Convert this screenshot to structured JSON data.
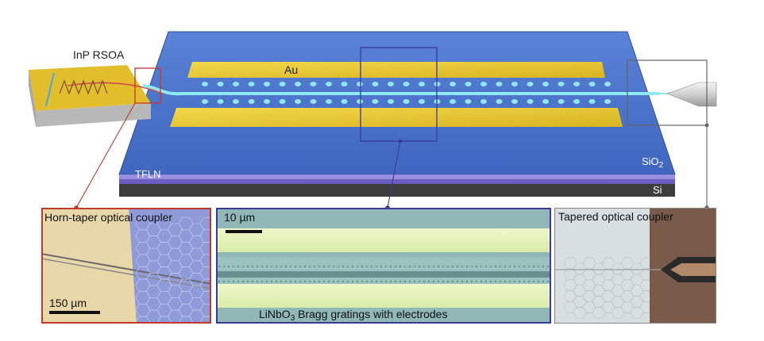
{
  "figure": {
    "rsoa_label": "InP RSOA",
    "au_label": "Au",
    "tfln_label": "TFLN",
    "sio2_main": "SiO",
    "sio2_sub": "2",
    "si_label": "Si"
  },
  "panels": {
    "left": {
      "title": "Horn-taper optical coupler",
      "scalebar": "150 µm"
    },
    "middle": {
      "scalebar": "10 µm",
      "caption_pre": "LiNbO",
      "caption_sub": "3",
      "caption_post": " Bragg gratings with electrodes"
    },
    "right": {
      "title": "Tapered optical coupler"
    }
  },
  "colors": {
    "chip_top": "#4a72c8",
    "chip_front": "#3d5fb5",
    "gold": "#e8c832",
    "waveguide": "#7fe6f0",
    "left_frame": "#c0392b",
    "middle_frame": "#3a3a9a",
    "right_frame": "#555555"
  }
}
